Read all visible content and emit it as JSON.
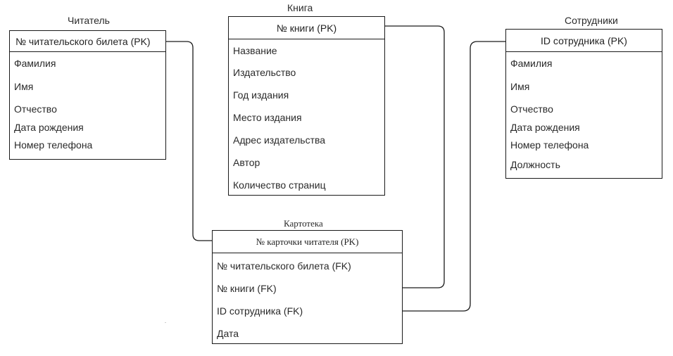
{
  "reader": {
    "title": "Читатель",
    "pk": "№ читательского билета (PK)",
    "fields": [
      "Фамилия",
      "Имя",
      "Отчество",
      "Дата рождения",
      "Номер  телефона"
    ]
  },
  "book": {
    "title": "Книга",
    "pk": "№ книги (PK)",
    "fields": [
      "Название",
      "Издательство",
      "Год издания",
      "Место издания",
      "Адрес издательства",
      "Автор",
      "Количество страниц"
    ]
  },
  "staff": {
    "title": "Сотрудники",
    "pk": "ID сотрудника (PK)",
    "fields": [
      "Фамилия",
      "Имя",
      "Отчество",
      "Дата рождения",
      "Номер  телефона",
      "Должность"
    ]
  },
  "card": {
    "title": "Картотека",
    "pk": "№ карточки читателя (PK)",
    "fields": [
      "№ читательского билета (FK)",
      "№ книги (FK)",
      "ID сотрудника (FK)",
      "Дата"
    ]
  },
  "colors": {
    "line": "#1a1a1a",
    "text": "#222222",
    "background": "#ffffff"
  }
}
